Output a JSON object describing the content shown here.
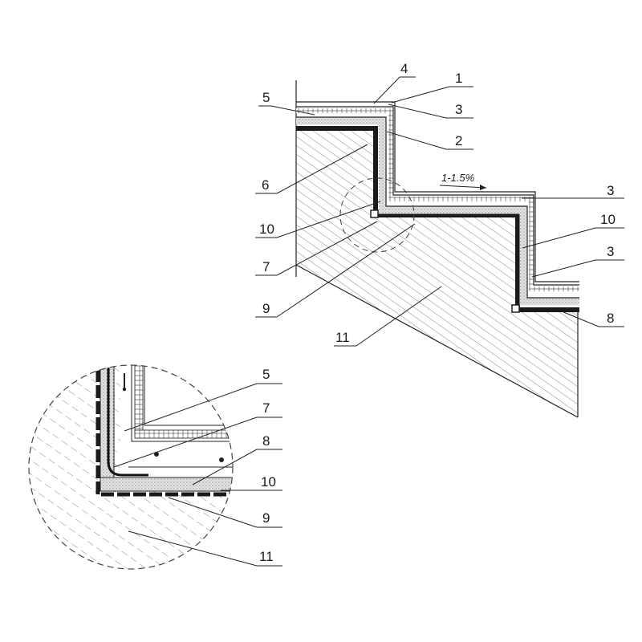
{
  "main_view": {
    "slope_label": "1-1.5%",
    "callouts": [
      {
        "id": "c1",
        "label": "1"
      },
      {
        "id": "c4",
        "label": "4"
      },
      {
        "id": "c5",
        "label": "5"
      },
      {
        "id": "c3a",
        "label": "3"
      },
      {
        "id": "c2",
        "label": "2"
      },
      {
        "id": "c6",
        "label": "6"
      },
      {
        "id": "c10a",
        "label": "10"
      },
      {
        "id": "c7",
        "label": "7"
      },
      {
        "id": "c9",
        "label": "9"
      },
      {
        "id": "c11",
        "label": "11"
      },
      {
        "id": "c3b",
        "label": "3"
      },
      {
        "id": "c10b",
        "label": "10"
      },
      {
        "id": "c3c",
        "label": "3"
      },
      {
        "id": "c8",
        "label": "8"
      }
    ]
  },
  "detail_view": {
    "callouts": [
      {
        "id": "d5",
        "label": "5"
      },
      {
        "id": "d7",
        "label": "7"
      },
      {
        "id": "d8",
        "label": "8"
      },
      {
        "id": "d10",
        "label": "10"
      },
      {
        "id": "d9",
        "label": "9"
      },
      {
        "id": "d11",
        "label": "11"
      }
    ]
  },
  "colors": {
    "line": "#222222",
    "membrane": "#1a1a1a",
    "screed": "#d9d9d9",
    "hatch": "#6e6e6e",
    "background": "#ffffff"
  }
}
